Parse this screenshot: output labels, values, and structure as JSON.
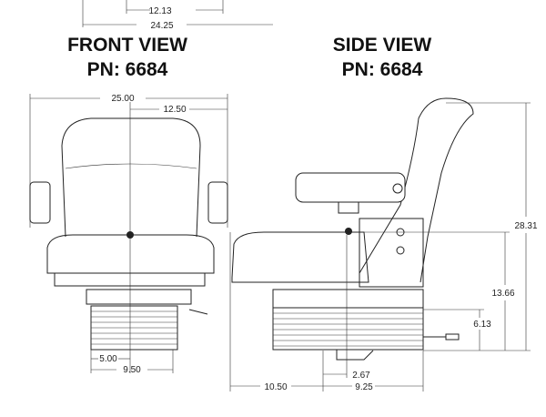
{
  "front_view": {
    "title": "FRONT VIEW",
    "part_number": "PN: 6684",
    "dimensions": {
      "overall_width": "25.00",
      "half_width": "12.50",
      "base_offset": "5.00",
      "base_width": "9.50"
    }
  },
  "side_view": {
    "title": "SIDE VIEW",
    "part_number": "PN: 6684",
    "dimensions": {
      "overall_height": "28.31",
      "seat_height": "13.66",
      "base_height": "6.13",
      "pivot_offset": "2.67",
      "front_depth": "10.50",
      "rear_depth": "9.25"
    }
  },
  "top_view_dimensions": {
    "inner_width": "12.13",
    "overall_width": "24.25"
  }
}
